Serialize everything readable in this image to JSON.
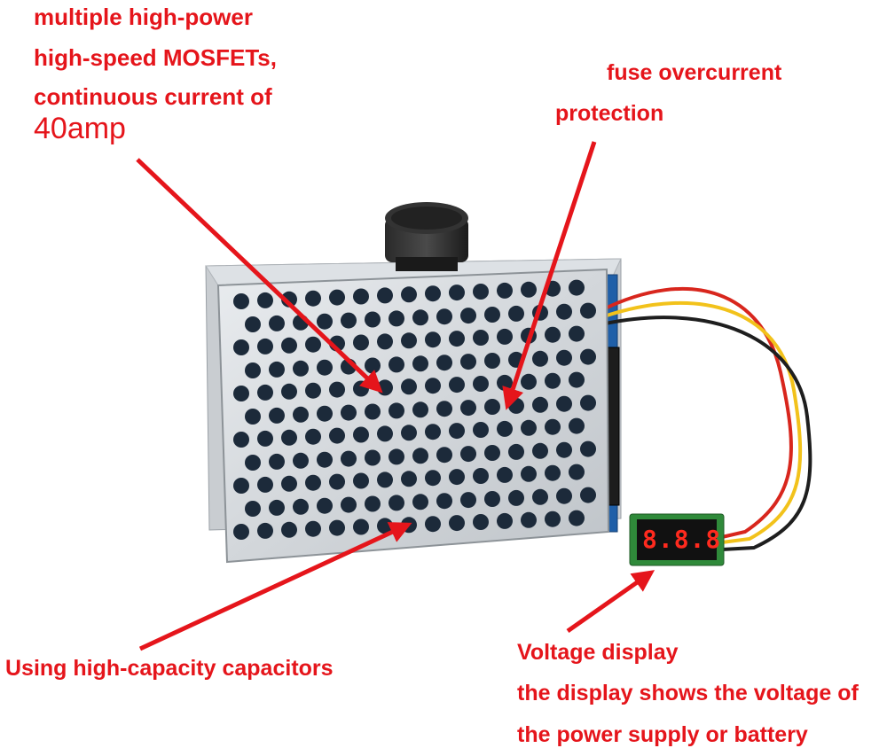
{
  "annotations": {
    "mosfet": {
      "line1": "multiple high-power",
      "line2": "high-speed MOSFETs,",
      "line3": "continuous current of",
      "line4": "40amp"
    },
    "fuse": {
      "line1": "fuse overcurrent",
      "line2": "protection"
    },
    "capacitors": {
      "line1": "Using high-capacity capacitors"
    },
    "voltage": {
      "line1": "Voltage display",
      "line2": "the display shows the voltage of",
      "line3": "the power supply or battery"
    }
  },
  "display_readout": "8.8.8",
  "colors": {
    "annotation_red": "#e5151b",
    "display_red": "#ff2a1e",
    "wire_red": "#d8261d",
    "wire_yellow": "#f2c21b",
    "wire_black": "#1e1e1e"
  }
}
